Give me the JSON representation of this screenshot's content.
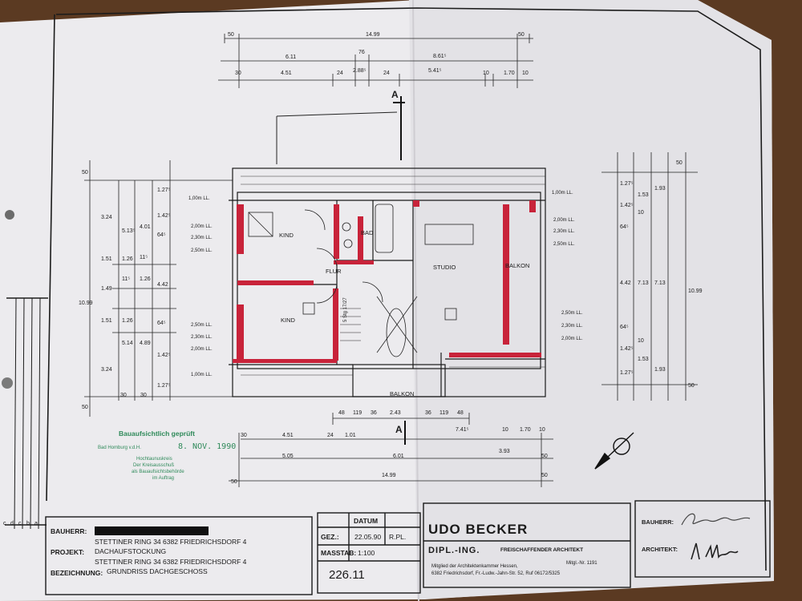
{
  "top_dimensions": {
    "row1": [
      "50",
      "14.99",
      "50"
    ],
    "row2": [
      "6.11",
      "76",
      "8.61⁵"
    ],
    "row3": [
      "30",
      "4.51",
      "24",
      "2.88⁵",
      "24",
      "5.41⁵",
      "10",
      "1.70",
      "10"
    ]
  },
  "bottom_dimensions": {
    "row1": [
      "48",
      "119",
      "36",
      "2.43",
      "36",
      "119",
      "48"
    ],
    "row2": [
      "30",
      "4.51",
      "24",
      "1.01",
      "7.41⁵",
      "10",
      "1.70",
      "10"
    ],
    "row3": [
      "5.05",
      "6.01",
      "3.93",
      "50"
    ],
    "row4": [
      "50",
      "14.99",
      "50"
    ]
  },
  "left_dimensions": {
    "outer": [
      "10.99"
    ],
    "col1": [
      "3.24",
      "1.51",
      "1.49",
      "1.51",
      "3.24"
    ],
    "col2": [
      "5.13⁵",
      "1.26",
      "1.26",
      "5.14"
    ],
    "col3": [
      "4.01",
      "1.26",
      "4.42",
      "4.89"
    ],
    "col4": [
      "1.27⁵",
      "1.42⁵",
      "64⁵",
      "11⁵",
      "11⁵",
      "64⁵",
      "1.42⁵",
      "1.27⁵"
    ],
    "small": [
      "30",
      "50",
      "50",
      "30"
    ]
  },
  "right_dimensions": {
    "outer": [
      "10.99"
    ],
    "col1": [
      "1.27⁵",
      "1.42⁵",
      "64⁵",
      "4.42",
      "64⁵",
      "1.42⁵",
      "1.27⁵"
    ],
    "col2": [
      "10",
      "1.53",
      "7.13",
      "10",
      "1.53"
    ],
    "col3": [
      "1.93",
      "7.13",
      "1.93"
    ],
    "small": [
      "50",
      "50"
    ]
  },
  "level_labels": {
    "left": [
      "1,00m LL.",
      "2,00m LL.",
      "2,30m LL.",
      "2,50m LL.",
      "2,50m LL.",
      "2,30m LL.",
      "2,00m LL.",
      "1,00m LL."
    ],
    "right": [
      "1,00m LL.",
      "2,00m LL.",
      "2,30m LL.",
      "2,50m LL.",
      "2,50m LL.",
      "2,30m LL.",
      "2,00m LL."
    ]
  },
  "rooms": {
    "kind1": "KIND",
    "kind2": "KIND",
    "bad": "BAD",
    "flur": "FLUR",
    "studio": "STUDIO",
    "balkon_right": "BALKON",
    "balkon_bottom": "BALKON"
  },
  "section_marks": {
    "top": "A",
    "bottom": "A"
  },
  "stair_label": "5 Stg 17/27",
  "stamp": {
    "title": "Bauaufsichtlich geprüft",
    "place": "Bad Homburg v.d.H.",
    "date": "8. NOV. 1990",
    "line1": "Hochtaunuskreis",
    "line2": "Der Kreisausschuß",
    "line3": "als Bauaufsichtsbehörde",
    "line4": "im Auftrag"
  },
  "left_margin_letters": [
    "c",
    "d",
    "c",
    "b",
    "a"
  ],
  "title_block": {
    "bauherr_label": "BAUHERR:",
    "bauherr_address": "STETTINER RING 34    6382 FRIEDRICHSDORF 4",
    "projekt_label": "PROJEKT:",
    "projekt_value": "DACHAUFSTOCKUNG",
    "projekt_address": "STETTINER RING 34    6382 FRIEDRICHSDORF 4",
    "bezeichnung_label": "BEZEICHNUNG:",
    "bezeichnung_value": "GRUNDRISS DACHGESCHOSS",
    "datum_label": "DATUM",
    "gez_label": "GEZ.:",
    "gez_date": "22.05.90",
    "gez_initials": "R.PL.",
    "masstab_label": "MASSTAB:",
    "masstab_value": "1:100",
    "drawing_number": "226.11",
    "architect_name": "UDO BECKER",
    "architect_degree": "DIPL.-ING.",
    "architect_title": "FREISCHAFFENDER ARCHITEKT",
    "member_line": "Mitglied der Architektenkammer Hessen,",
    "member_number": "Mitgl.-Nr. 1191",
    "address_line": "6382 Friedrichsdorf, Fr.-Ludw.-Jahn-Str. 52, Ruf 06172/5325",
    "sig_bauherr_label": "BAUHERR:",
    "sig_architekt_label": "ARCHITEKT:"
  }
}
